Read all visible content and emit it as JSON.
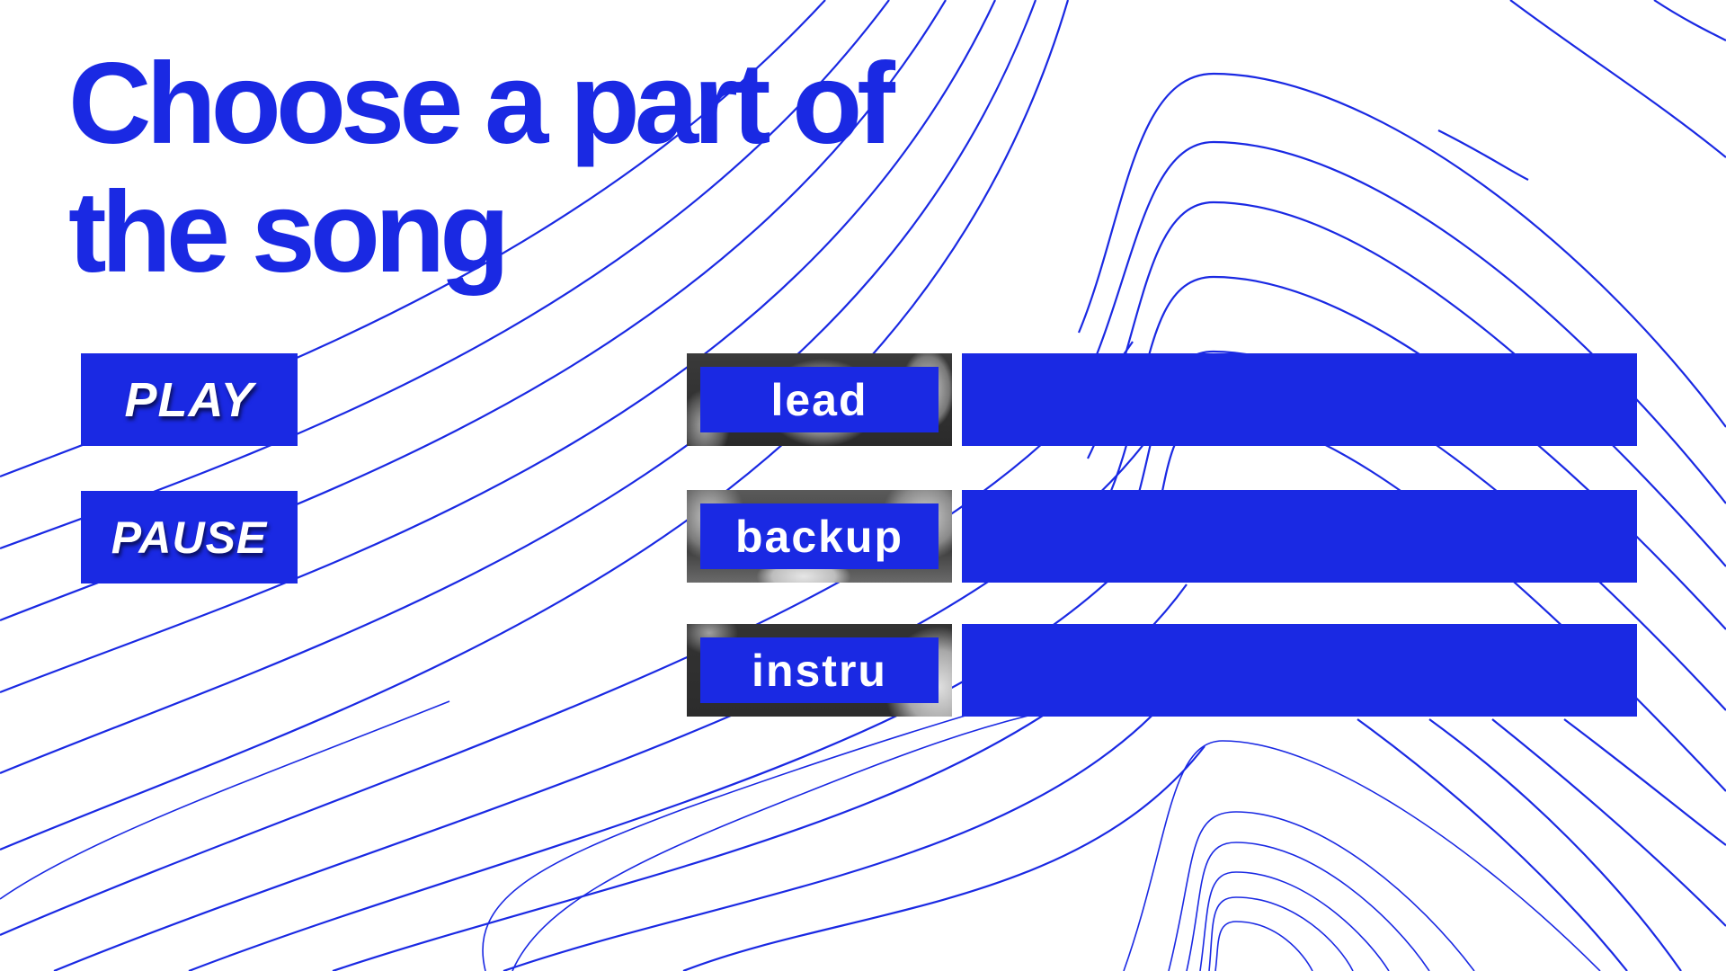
{
  "page": {
    "title_line1": "Choose a part of",
    "title_line2": "the song"
  },
  "controls": {
    "play_label": "PLAY",
    "pause_label": "PAUSE"
  },
  "parts": [
    {
      "id": "lead",
      "label": "lead",
      "thumbnail": "mouth-photo-icon"
    },
    {
      "id": "backup",
      "label": "backup",
      "thumbnail": "teeth-photo-icon"
    },
    {
      "id": "instru",
      "label": "instru",
      "thumbnail": "mouth-photo-icon"
    }
  ],
  "colors": {
    "accent": "#1a29e3",
    "background": "#ffffff",
    "text_on_accent": "#ffffff"
  }
}
